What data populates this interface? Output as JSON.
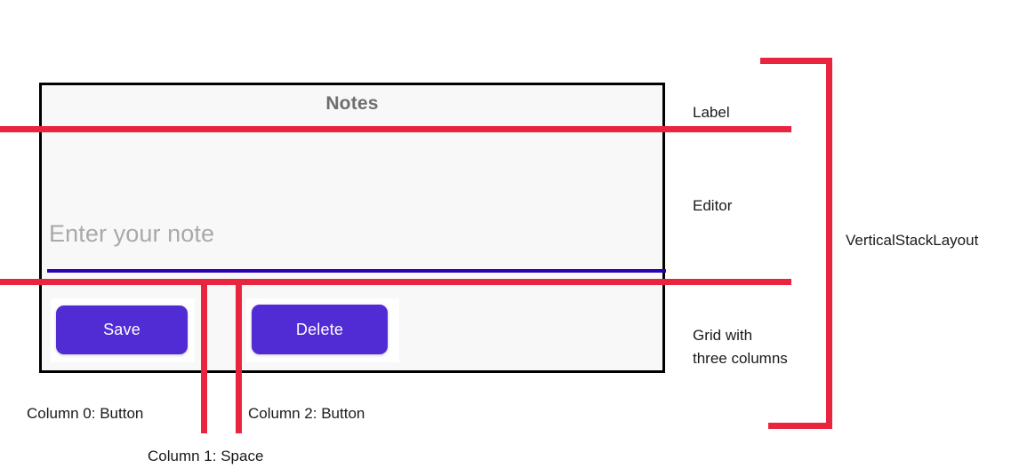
{
  "app": {
    "title": "Notes",
    "editor": {
      "placeholder": "Enter your note",
      "value": "",
      "underline_color": "#2a00b4"
    },
    "buttons": [
      {
        "label": "Save",
        "color": "#512bd4"
      },
      {
        "label": "Delete",
        "color": "#512bd4"
      }
    ]
  },
  "annotations": {
    "accent_color": "#e8243f",
    "label": "Label",
    "editor": "Editor",
    "grid": "Grid with\nthree columns",
    "vertical_stack_layout": "VerticalStackLayout",
    "column_0": "Column 0: Button",
    "column_1": "Column 1: Space",
    "column_2": "Column 2: Button"
  }
}
